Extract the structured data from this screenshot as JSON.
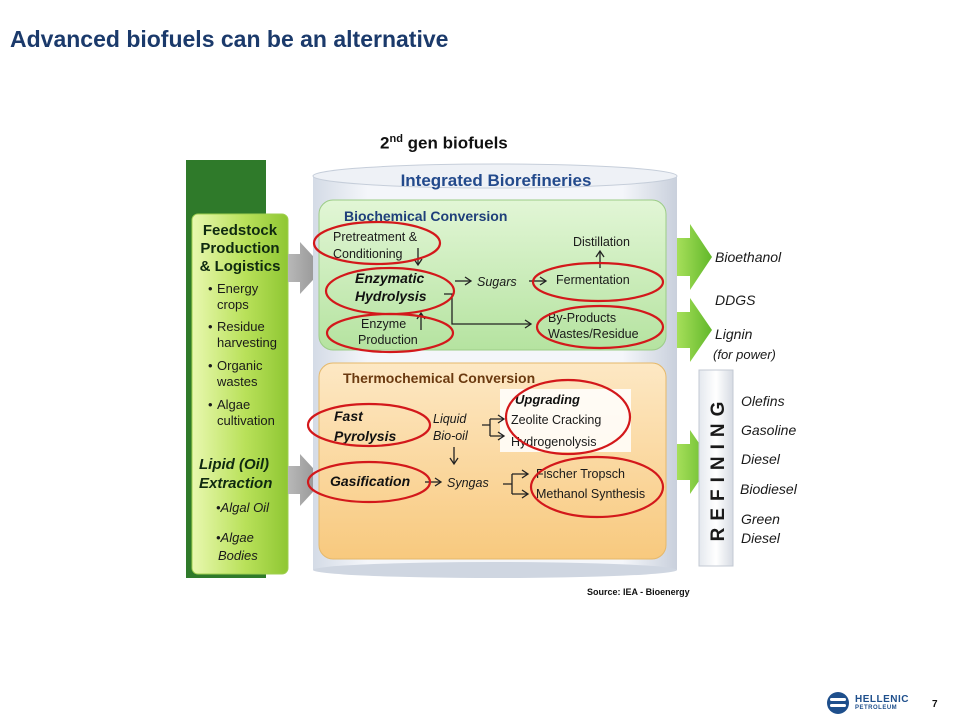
{
  "slide": {
    "title": "Advanced biofuels can be an alternative",
    "heading_main": "2",
    "heading_sup": "nd",
    "heading_rest": " gen biofuels",
    "source": "Source: IEA - Bioenergy",
    "page_number": "7"
  },
  "logo": {
    "line1": "HELLENIC",
    "line2": "PETROLEUM",
    "icon": "hellenic-petroleum-logo-icon"
  },
  "feedstock": {
    "title_lines": [
      "Feedstock",
      "Production",
      "& Logistics"
    ],
    "items": [
      [
        "Energy",
        "crops"
      ],
      [
        "Residue",
        "harvesting"
      ],
      [
        "Organic",
        "wastes"
      ],
      [
        "Algae",
        "cultivation"
      ]
    ],
    "lipid_title_lines": [
      "Lipid (Oil)",
      "Extraction"
    ],
    "lipid_items": [
      [
        "•Algal Oil"
      ],
      [
        "•Algae",
        "Bodies"
      ]
    ]
  },
  "biorefineries": {
    "title": "Integrated Biorefineries",
    "biochemical": {
      "title": "Biochemical Conversion",
      "pretreatment": [
        "Pretreatment &",
        "Conditioning"
      ],
      "enzymatic": [
        "Enzymatic",
        "Hydrolysis"
      ],
      "sugars": "Sugars",
      "distillation": "Distillation",
      "fermentation": "Fermentation",
      "enzyme": [
        "Enzyme",
        "Production"
      ],
      "byproducts": [
        "By-Products",
        "Wastes/Residue"
      ]
    },
    "thermochemical": {
      "title": "Thermochemical Conversion",
      "pyrolysis": [
        "Fast",
        "Pyrolysis"
      ],
      "liquid": [
        "Liquid",
        "Bio-oil"
      ],
      "upgrading_title": "Upgrading",
      "upgrading": [
        "Zeolite Cracking",
        "Hydrogenolysis"
      ],
      "gasification": "Gasification",
      "syngas": "Syngas",
      "synthesis": [
        "Fischer Tropsch",
        "Methanol Synthesis"
      ]
    }
  },
  "outputs": {
    "bio": [
      "Bioethanol",
      "DDGS",
      "Lignin"
    ],
    "lignin_note": "(for power)",
    "refining_label": "REFINING",
    "fuels": [
      "Olefins",
      "Gasoline",
      "Diesel",
      "Biodiesel",
      "Green",
      "Diesel"
    ]
  },
  "colors": {
    "title": "#1b3a6b",
    "feedstock_dark": "#2f7a2a",
    "feedstock_light": "#c6e86a",
    "biochemical": "#c8eeb5",
    "thermochemical": "#fbd8a0",
    "highlight_circle": "#d3181b",
    "output_arrow": "#7fcc3a"
  }
}
